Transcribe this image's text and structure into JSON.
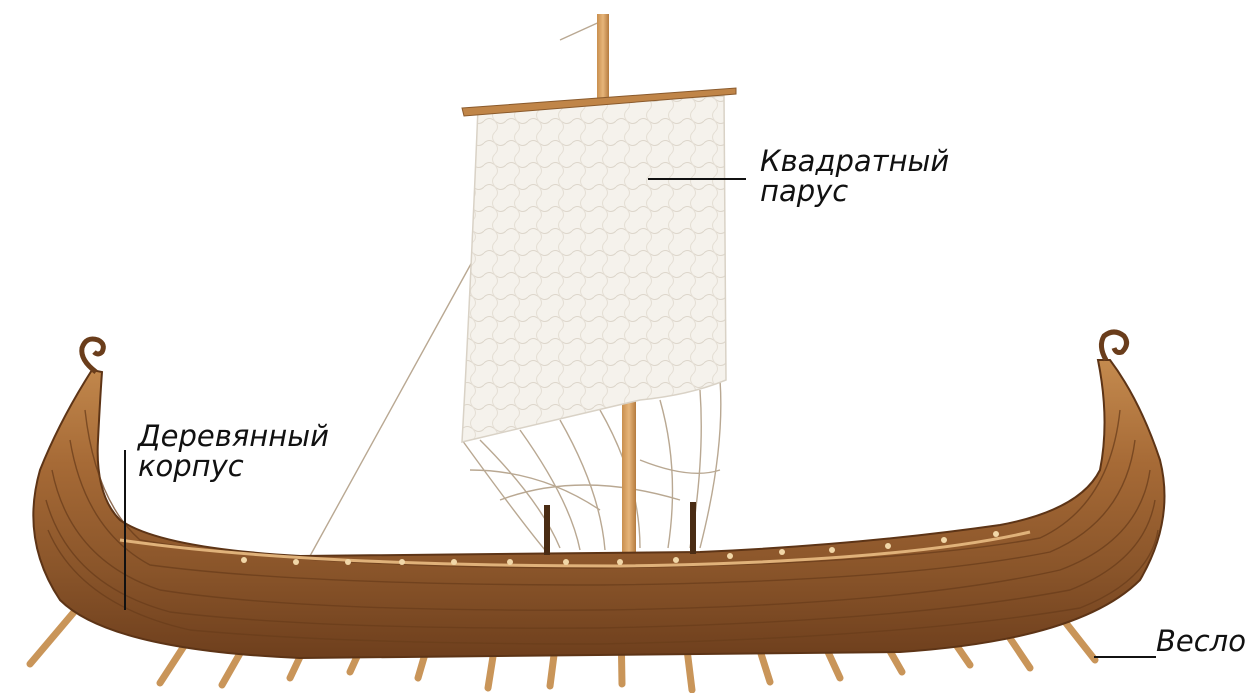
{
  "labels": {
    "sail": [
      "Квадратный",
      "парус"
    ],
    "hull": [
      "Деревянный",
      "корпус"
    ],
    "oar": [
      "Весло"
    ]
  },
  "colors": {
    "background": "#ffffff",
    "wood_dark": "#7a4a24",
    "wood_mid": "#a8703c",
    "wood_light": "#d29a5a",
    "sail": "#f4f1ec",
    "rope": "#b9a892",
    "label_text": "#111111"
  },
  "icons": {
    "ship": "viking-longship-icon",
    "sail": "square-sail-icon",
    "mast": "mast-icon",
    "oar": "oar-icon",
    "figurehead": "spiral-scroll-icon"
  }
}
